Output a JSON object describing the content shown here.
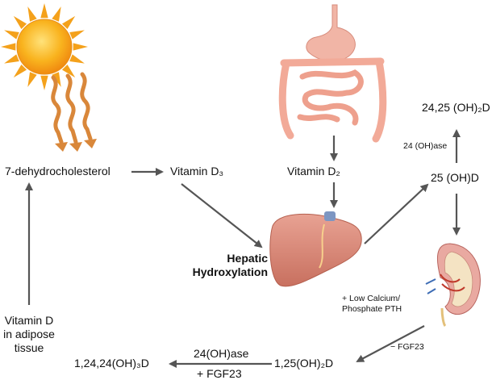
{
  "labels": {
    "dehydro": "7-dehydrocholesterol",
    "vit_d3": "Vitamin D₃",
    "vit_d2": "Vitamin D₂",
    "hepatic": "Hepatic\nHydroxylation",
    "oh_d": "25 (OH)D",
    "d_24_25": "24,25 (OH)₂D",
    "oh_ase_top": "24 (OH)ase",
    "adipose": "Vitamin D\nin adipose\ntissue",
    "low_calcium": "+ Low Calcium/\nPhosphate PTH",
    "fgf23_minus": "− FGF23",
    "d_1_25": "1,25(OH)₂D",
    "d_1_24_24": "1,24,24(OH)₃D",
    "oh_ase_bottom": "24(OH)ase",
    "fgf23_plus": "+ FGF23"
  },
  "colors": {
    "arrow": "#555555",
    "sun_core": "#f9b31e",
    "sun_rays": "#f4a11b",
    "wave": "#d9873a",
    "organ_pink": "#f2b2a4",
    "liver": "#d98678",
    "kidney": "#e9a9a1"
  }
}
